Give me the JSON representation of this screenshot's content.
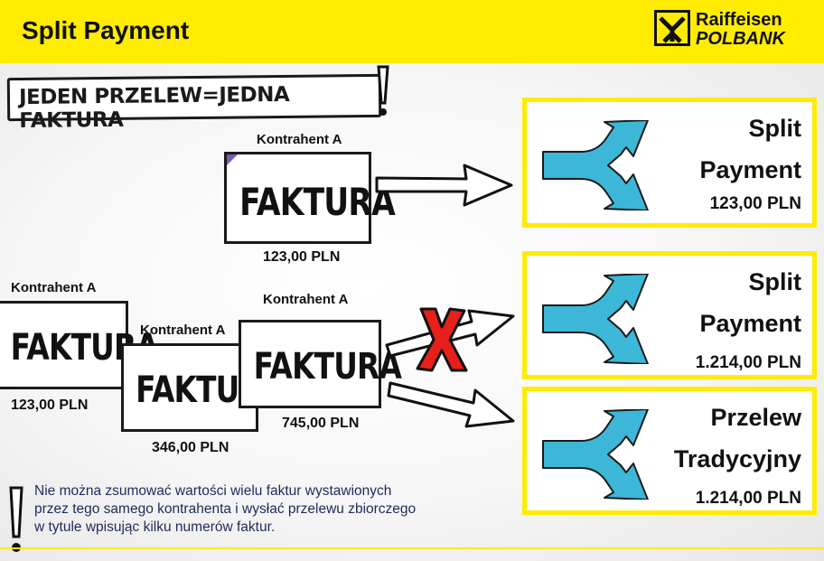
{
  "header": {
    "title": "Split Payment"
  },
  "logo": {
    "line1": "Raiffeisen",
    "line2": "POLBANK",
    "mark": "raiffeisen-crossed-gables-logo"
  },
  "slogan": {
    "text": "JEDEN PRZELEW=JEDNA FAKTURA"
  },
  "single_invoice": {
    "contractor": "Kontrahent A",
    "word": "FAKTURA",
    "amount": "123,00 PLN"
  },
  "multi_invoices": [
    {
      "contractor": "Kontrahent A",
      "word": "FAKTURA",
      "amount": "123,00 PLN"
    },
    {
      "contractor": "Kontrahent A",
      "word": "FAKTURA",
      "amount": "346,00 PLN"
    },
    {
      "contractor": "Kontrahent A",
      "word": "FAKTURA",
      "amount": "745,00 PLN"
    }
  ],
  "panels": [
    {
      "line1": "Split",
      "line2": "Payment",
      "amount": "123,00 PLN",
      "icon": "split-arrow-icon"
    },
    {
      "line1": "Split",
      "line2": "Payment",
      "amount": "1.214,00 PLN",
      "icon": "split-arrow-icon"
    },
    {
      "line1": "Przelew",
      "line2": "Tradycyjny",
      "amount": "1.214,00 PLN",
      "icon": "split-arrow-icon"
    }
  ],
  "note": {
    "line1": "Nie można zsumować wartości wielu faktur wystawionych",
    "line2": "przez tego samego kontrahenta i wysłać przelewu zbiorczego",
    "line3": "w tytule wpisując kilku numerów faktur."
  },
  "colors": {
    "brand_yellow": "#ffec00",
    "arrow_blue": "#3cb7d8",
    "cross_red": "#e8201c",
    "text_navy": "#1f2a5c"
  }
}
